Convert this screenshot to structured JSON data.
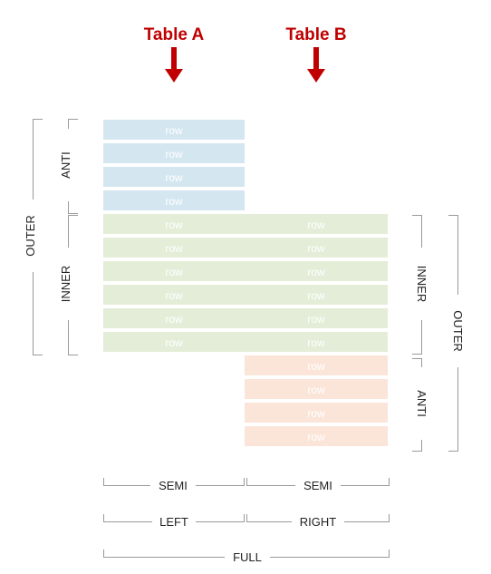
{
  "headers": {
    "table_a": "Table A",
    "table_b": "Table B"
  },
  "colors": {
    "arrow": "#c00000",
    "anti_rows": "#d4e6f0",
    "inner_rows": "#e4edd8",
    "anti_rows_b": "#fbe5d9",
    "bracket": "#9a9a9a"
  },
  "row_label": "row",
  "rows": {
    "table_a_anti_count": 4,
    "inner_count": 6,
    "table_b_anti_count": 4
  },
  "left_labels": {
    "anti": "ANTI",
    "inner": "INNER",
    "outer": "OUTER"
  },
  "right_labels": {
    "inner": "INNER",
    "outer": "OUTER",
    "anti": "ANTI"
  },
  "bottom_labels": {
    "semi_left": "SEMI",
    "semi_right": "SEMI",
    "left": "LEFT",
    "right": "RIGHT",
    "full": "FULL"
  }
}
